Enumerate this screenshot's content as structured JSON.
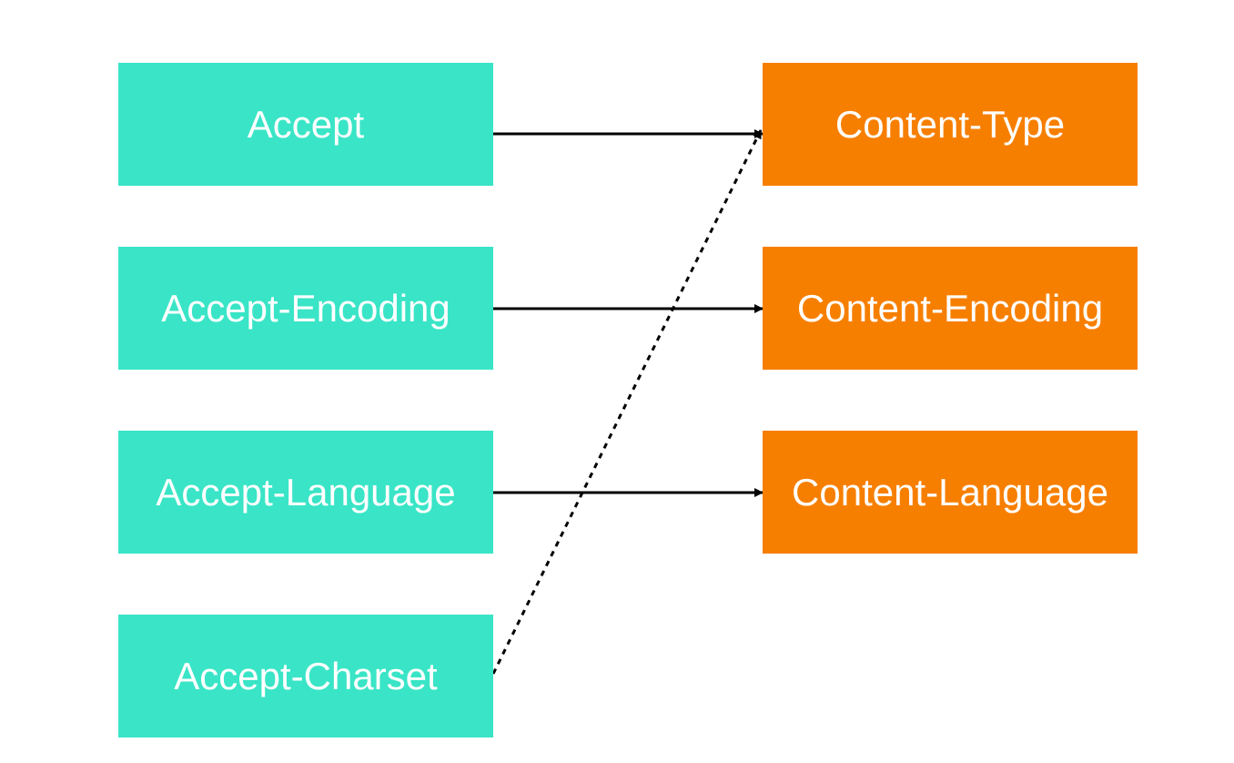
{
  "colors": {
    "request_box": "#39e5c6",
    "response_box": "#f77f00",
    "line": "#000000",
    "text": "#ffffff"
  },
  "request_headers": [
    {
      "label": "Accept"
    },
    {
      "label": "Accept-Encoding"
    },
    {
      "label": "Accept-Language"
    },
    {
      "label": "Accept-Charset"
    }
  ],
  "response_headers": [
    {
      "label": "Content-Type"
    },
    {
      "label": "Content-Encoding"
    },
    {
      "label": "Content-Language"
    }
  ],
  "connections": [
    {
      "from": 0,
      "to": 0,
      "style": "solid"
    },
    {
      "from": 1,
      "to": 1,
      "style": "solid"
    },
    {
      "from": 2,
      "to": 2,
      "style": "solid"
    },
    {
      "from": 3,
      "to": 0,
      "style": "dotted"
    }
  ]
}
